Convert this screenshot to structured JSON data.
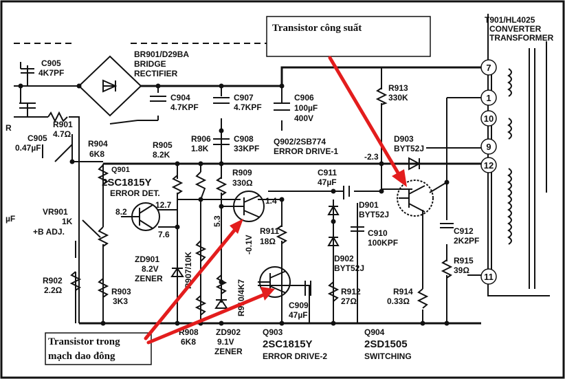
{
  "annotations": {
    "power_transistor": "Transistor công suất",
    "oscillator_line1": "Transistor trong",
    "oscillator_line2": "mạch dao đông"
  },
  "transformer": {
    "title_line1": "T901/HL4025",
    "title_line2": "CONVERTER",
    "title_line3": "TRANSFORMER",
    "pins": [
      "7",
      "1",
      "10",
      "9",
      "12",
      "11"
    ]
  },
  "components": {
    "c905a_name": "C905",
    "c905a_value": "4K7PF",
    "br901_name": "BR901/D29BA",
    "br901_line2": "BRIDGE",
    "br901_line3": "RECTIFIER",
    "c904_name": "C904",
    "c904_value": "4.7KPF",
    "c907_name": "C907",
    "c907_value": "4.7KPF",
    "c906_name": "C906",
    "c906_value": "100µF",
    "c906_volt": "400V",
    "r913_name": "R913",
    "r913_value": "330K",
    "r_left": "R",
    "c905b_name": "C905",
    "c905b_value": "0.47µF",
    "r901_name": "R901",
    "r901_value": "4.7Ω",
    "r906_name": "R906",
    "r906_value": "1.8K",
    "c908_name": "C908",
    "c908_value": "33KPF",
    "q902_name": "Q902/2SB774",
    "q902_role": "ERROR DRIVE-1",
    "d903_name": "D903",
    "d903_value": "BYT52J",
    "node_m23": "-2.3",
    "r904_name": "R904",
    "r904_value": "6K8",
    "r905_name": "R905",
    "r905_value": "8.2K",
    "q901_name": "Q901",
    "q901_type": "2SC1815Y",
    "q901_role": "ERROR DET.",
    "r909_name": "R909",
    "r909_value": "330Ω",
    "c911_name": "C911",
    "c911_value": "47µF",
    "node_14": "1.4",
    "vr901_name": "VR901",
    "vr901_value": "1K",
    "vr901_role": "+B ADJ.",
    "uf_label": "µF",
    "node_82": "8.2",
    "node_127": "12.7",
    "node_76": "7.6",
    "node_53": "5.3",
    "r911_name": "R911",
    "r911_value": "18Ω",
    "node_m01": "-0.1V",
    "d901_name": "D901",
    "d901_value": "BYT52J",
    "c910_name": "C910",
    "c910_value": "100KPF",
    "c912_name": "C912",
    "c912_value": "2K2PF",
    "zd901_name": "ZD901",
    "zd901_value": "8.2V",
    "zd901_type": "ZENER",
    "r907_label": "R907/10K",
    "d902_name": "D902",
    "d902_value": "BYT52J",
    "r915_name": "R915",
    "r915_value": "39Ω",
    "r902_name": "R902",
    "r902_value": "2.2Ω",
    "r903_name": "R903",
    "r903_value": "3K3",
    "r910_label": "R910/4K7",
    "r912_name": "R912",
    "r912_value": "27Ω",
    "r914_name": "R914",
    "r914_value": "0.33Ω",
    "c909_name": "C909",
    "c909_value": "47µF",
    "r908_name": "R908",
    "r908_value": "6K8",
    "zd902_name": "ZD902",
    "zd902_value": "9.1V",
    "zd902_type": "ZENER",
    "q903_name": "Q903",
    "q903_type": "2SC1815Y",
    "q903_role": "ERROR DRIVE-2",
    "q904_name": "Q904",
    "q904_type": "2SD1505",
    "q904_role": "SWITCHING"
  },
  "colors": {
    "line": "#111111",
    "annotation_arrow": "#e31d1d",
    "background": "#ffffff"
  }
}
